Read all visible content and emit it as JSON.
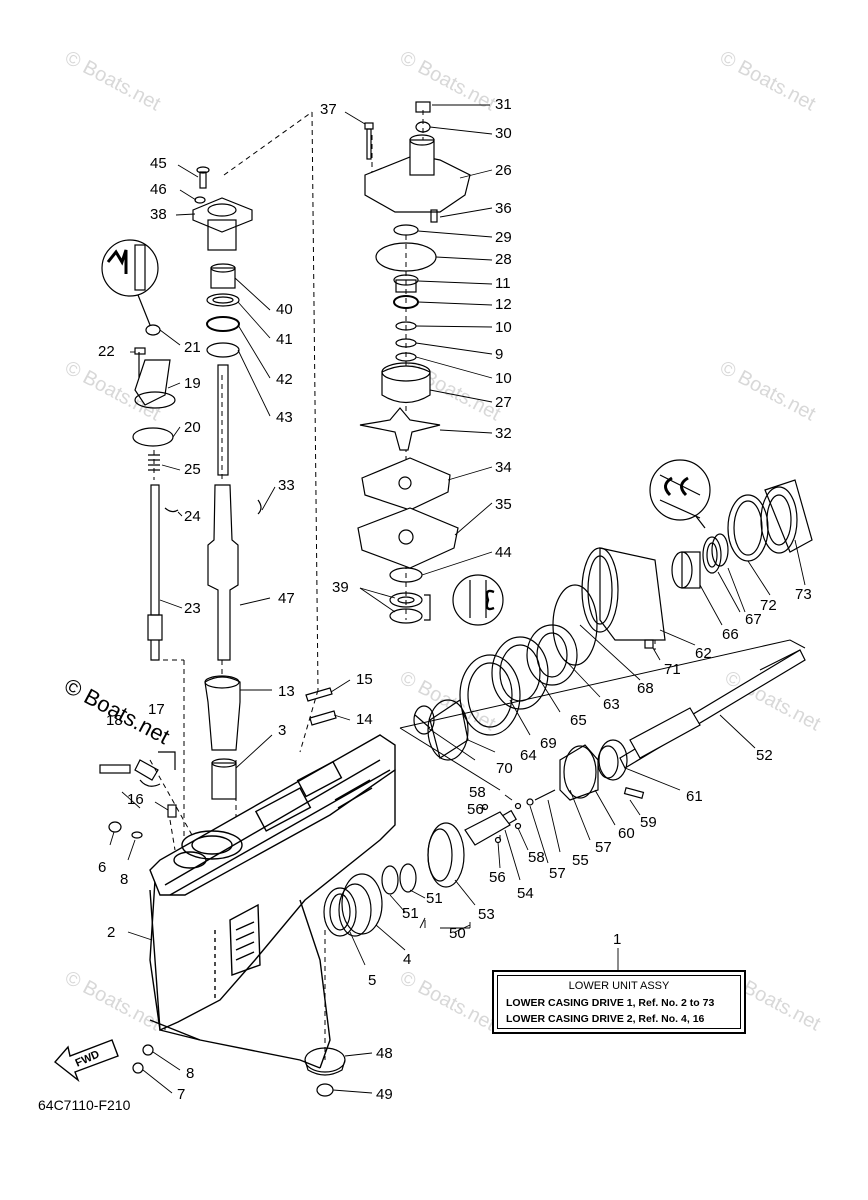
{
  "figure_code": "64C7110-F210",
  "watermark": "© Boats.net",
  "fwd_label": "FWD",
  "legend": {
    "ref": "1",
    "title": "LOWER UNIT ASSY",
    "line1": "LOWER CASING DRIVE 1,   Ref. No. 2 to 73",
    "line2": "LOWER CASING DRIVE 2,   Ref. No. 4, 16"
  },
  "callouts": [
    {
      "label": "31",
      "side": "r"
    },
    {
      "label": "30",
      "side": "r"
    },
    {
      "label": "26",
      "side": "r"
    },
    {
      "label": "36",
      "side": "r"
    },
    {
      "label": "29",
      "side": "r"
    },
    {
      "label": "28",
      "side": "r"
    },
    {
      "label": "11",
      "side": "r"
    },
    {
      "label": "12",
      "side": "r"
    },
    {
      "label": "10",
      "side": "r"
    },
    {
      "label": "9",
      "side": "r"
    },
    {
      "label": "10",
      "side": "r"
    },
    {
      "label": "27",
      "side": "r"
    },
    {
      "label": "32",
      "side": "r"
    },
    {
      "label": "34",
      "side": "r"
    },
    {
      "label": "35",
      "side": "r"
    },
    {
      "label": "44",
      "side": "r"
    },
    {
      "label": "39",
      "side": "l"
    },
    {
      "label": "37",
      "side": "l"
    },
    {
      "label": "45",
      "side": "l"
    },
    {
      "label": "46",
      "side": "l"
    },
    {
      "label": "38",
      "side": "l"
    },
    {
      "label": "40",
      "side": "r"
    },
    {
      "label": "41",
      "side": "r"
    },
    {
      "label": "42",
      "side": "r"
    },
    {
      "label": "43",
      "side": "r"
    },
    {
      "label": "21",
      "side": "r"
    },
    {
      "label": "22",
      "side": "l"
    },
    {
      "label": "19",
      "side": "r"
    },
    {
      "label": "20",
      "side": "r"
    },
    {
      "label": "25",
      "side": "r"
    },
    {
      "label": "24",
      "side": "r"
    },
    {
      "label": "23",
      "side": "r"
    },
    {
      "label": "33",
      "side": "r"
    },
    {
      "label": "47",
      "side": "r"
    },
    {
      "label": "13",
      "side": "r"
    },
    {
      "label": "15",
      "side": "r"
    },
    {
      "label": "14",
      "side": "r"
    },
    {
      "label": "3",
      "side": "r"
    },
    {
      "label": "17",
      "side": "l"
    },
    {
      "label": "18",
      "side": "l"
    },
    {
      "label": "16",
      "side": "l"
    },
    {
      "label": "6",
      "side": "l"
    },
    {
      "label": "8",
      "side": "l"
    },
    {
      "label": "2",
      "side": "l"
    },
    {
      "label": "5",
      "side": "r"
    },
    {
      "label": "4",
      "side": "r"
    },
    {
      "label": "51",
      "side": "r"
    },
    {
      "label": "51",
      "side": "r"
    },
    {
      "label": "50",
      "side": "r"
    },
    {
      "label": "53",
      "side": "r"
    },
    {
      "label": "54",
      "side": "r"
    },
    {
      "label": "56",
      "side": "r"
    },
    {
      "label": "57",
      "side": "r"
    },
    {
      "label": "58",
      "side": "r"
    },
    {
      "label": "55",
      "side": "r"
    },
    {
      "label": "56",
      "side": "l"
    },
    {
      "label": "58",
      "side": "l"
    },
    {
      "label": "57",
      "side": "r"
    },
    {
      "label": "60",
      "side": "r"
    },
    {
      "label": "59",
      "side": "r"
    },
    {
      "label": "61",
      "side": "r"
    },
    {
      "label": "52",
      "side": "r"
    },
    {
      "label": "64",
      "side": "r"
    },
    {
      "label": "70",
      "side": "r"
    },
    {
      "label": "69",
      "side": "r"
    },
    {
      "label": "65",
      "side": "r"
    },
    {
      "label": "63",
      "side": "r"
    },
    {
      "label": "68",
      "side": "r"
    },
    {
      "label": "71",
      "side": "r"
    },
    {
      "label": "62",
      "side": "r"
    },
    {
      "label": "66",
      "side": "r"
    },
    {
      "label": "67",
      "side": "r"
    },
    {
      "label": "72",
      "side": "r"
    },
    {
      "label": "73",
      "side": "r"
    },
    {
      "label": "48",
      "side": "r"
    },
    {
      "label": "49",
      "side": "r"
    },
    {
      "label": "8",
      "side": "r"
    },
    {
      "label": "7",
      "side": "r"
    }
  ]
}
